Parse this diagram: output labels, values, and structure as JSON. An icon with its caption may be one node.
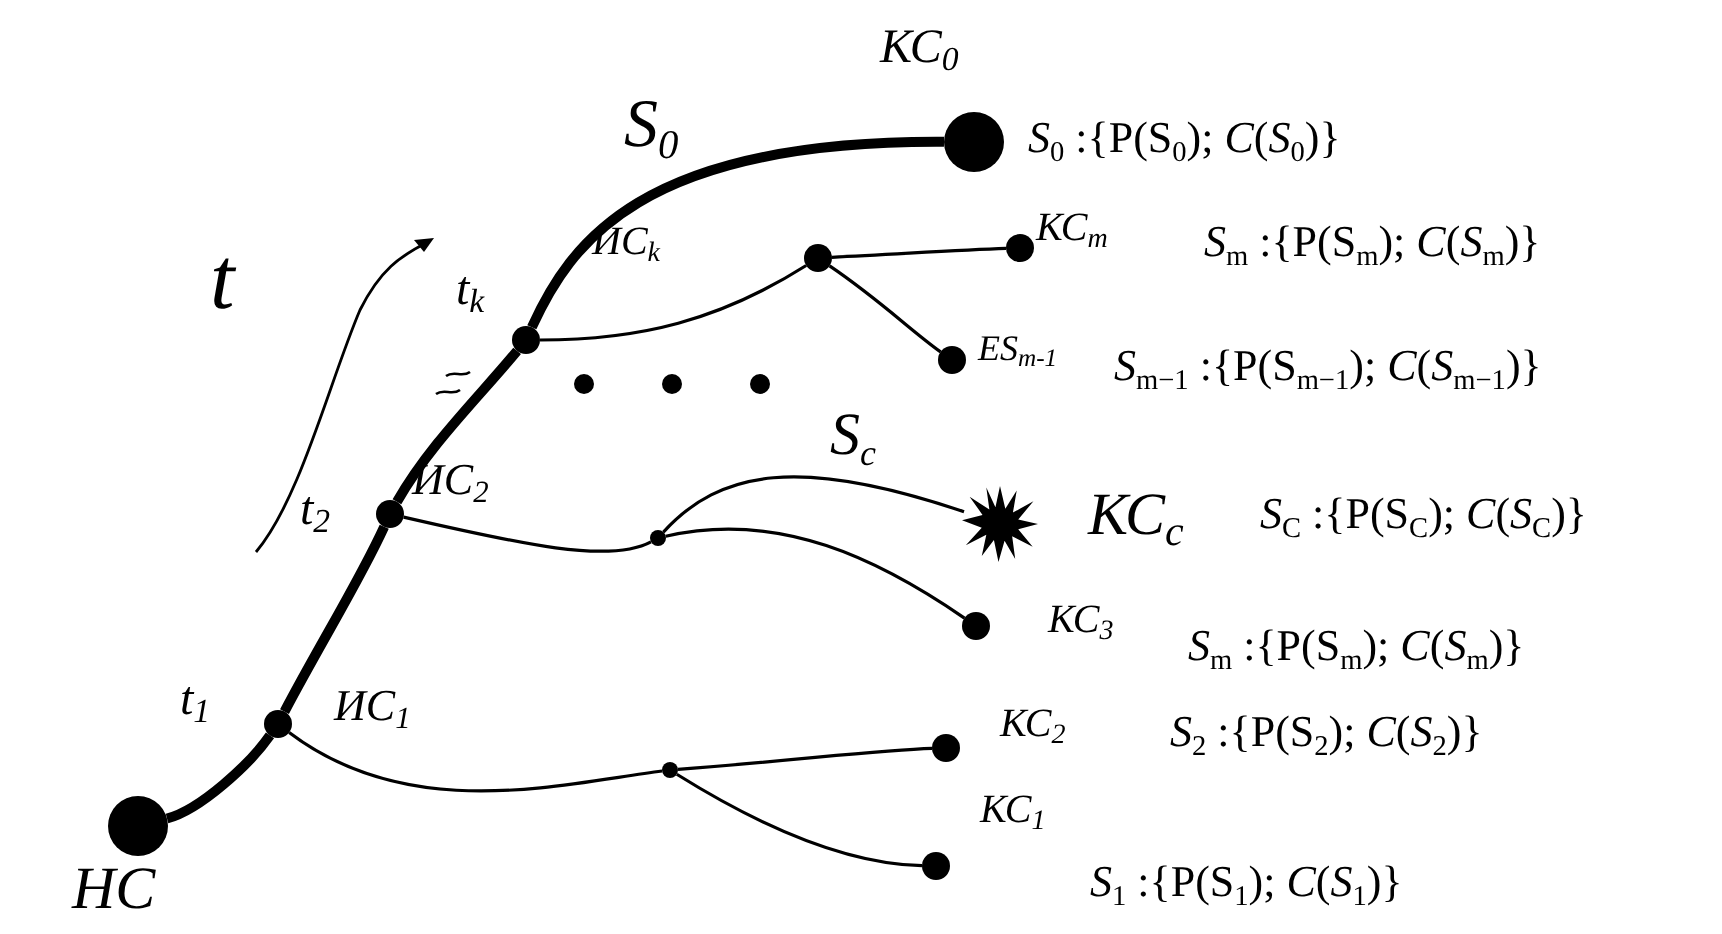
{
  "diagram": {
    "nodes": [
      {
        "text": [
          "НС"
        ]
      },
      {
        "text": [
          "ИС$_{1}$"
        ],
        "beside": [
          "t$_{1}$"
        ]
      },
      {
        "text": [
          "ИС$_{2}$"
        ],
        "beside": [
          "t$_{2}$"
        ]
      },
      {
        "text": [
          "ИС$_{k}$"
        ],
        "beside": [
          "t$_{k}$"
        ]
      },
      {
        "text": [
          "КС$_{0}$"
        ]
      },
      {
        "text": [],
        "shape": "circle"
      },
      {
        "text": [
          "КС$_{m}$"
        ]
      },
      {
        "text": [
          "ES$_{m-1}$"
        ]
      },
      {
        "text": [],
        "shape": "circle"
      },
      {
        "text": [
          "КС$_{c}$"
        ]
      },
      {
        "text": [
          "КС$_{3}$"
        ]
      },
      {
        "text": [],
        "shape": "circle"
      },
      {
        "text": [
          "КС$_{2}$"
        ]
      },
      {
        "text": [
          "КС$_{1}$"
        ]
      }
    ],
    "edges": [
      {
        "from": 0,
        "to": 1,
        "arrow": "none",
        "style": "thick"
      },
      {
        "from": 1,
        "to": 2,
        "arrow": "none",
        "style": "thick"
      },
      {
        "from": 2,
        "to": 3,
        "arrow": "none",
        "style": "thick"
      },
      {
        "from": 3,
        "to": 4,
        "arrow": "none",
        "style": "thick",
        "label": "S$_{0}$"
      },
      {
        "from": 3,
        "to": 5,
        "arrow": "none"
      },
      {
        "from": 5,
        "to": 6,
        "arrow": "none"
      },
      {
        "from": 5,
        "to": 7,
        "arrow": "none"
      },
      {
        "from": 2,
        "to": 8,
        "arrow": "none"
      },
      {
        "from": 8,
        "to": 9,
        "arrow": "none",
        "label": "S$_{c}$"
      },
      {
        "from": 8,
        "to": 10,
        "arrow": "none"
      },
      {
        "from": 1,
        "to": 11,
        "arrow": "none"
      },
      {
        "from": 11,
        "to": 12,
        "arrow": "none"
      },
      {
        "from": 11,
        "to": 13,
        "arrow": "none"
      }
    ],
    "labels": [
      "*S*$_{0}$ :{P(S$_{0}$); *C*(*S*$_{0}$)}",
      "*S*$_{m}$ :{P(S$_{m}$); *C*(*S*$_{m}$)}",
      "t",
      "*S*$_{m−1}$ :{P(S$_{m−1}$); *C*(*S*$_{m−1}$)}",
      "*S*$_{C}$ :{P(S$_{C}$); *C*(*S*$_{C}$)}",
      "*S*$_{m}$ :{P(S$_{m}$); *C*(*S*$_{m}$)}",
      "*S*$_{2}$ :{P(S$_{2}$); *C*(*S*$_{2}$)}",
      "*S*$_{1}$ :{P(S$_{1}$); *C*(*S*$_{1}$)}"
    ]
  }
}
